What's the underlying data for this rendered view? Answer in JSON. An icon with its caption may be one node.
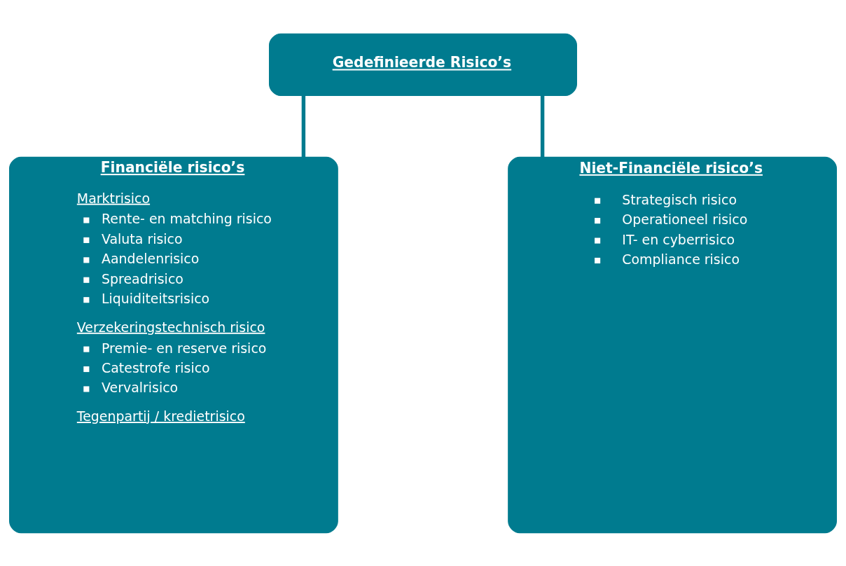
{
  "diagram": {
    "nodes": [
      {
        "text": [
          "Gedefinieerde Risico’s"
        ]
      },
      {
        "text": [
          "Financiële risico’s",
          "Marktrisico",
          "Rente- en matching risico",
          "Valuta risico",
          "Aandelenrisico",
          "Spreadrisico",
          "Liquiditeitsrisico",
          "Verzekeringstechnisch risico",
          "Premie- en reserve risico",
          "Catestrofe risico",
          "Vervalrisico",
          "Tegenpartij / kredietrisico"
        ]
      },
      {
        "text": [
          "Niet-Financiële risico’s",
          "Strategisch risico",
          "Operationeel risico",
          "IT- en cyberrisico",
          "Compliance risico"
        ]
      }
    ],
    "edges": [
      {
        "from": 0,
        "to": 1,
        "arrow": "none"
      },
      {
        "from": 0,
        "to": 2,
        "arrow": "none"
      }
    ]
  }
}
